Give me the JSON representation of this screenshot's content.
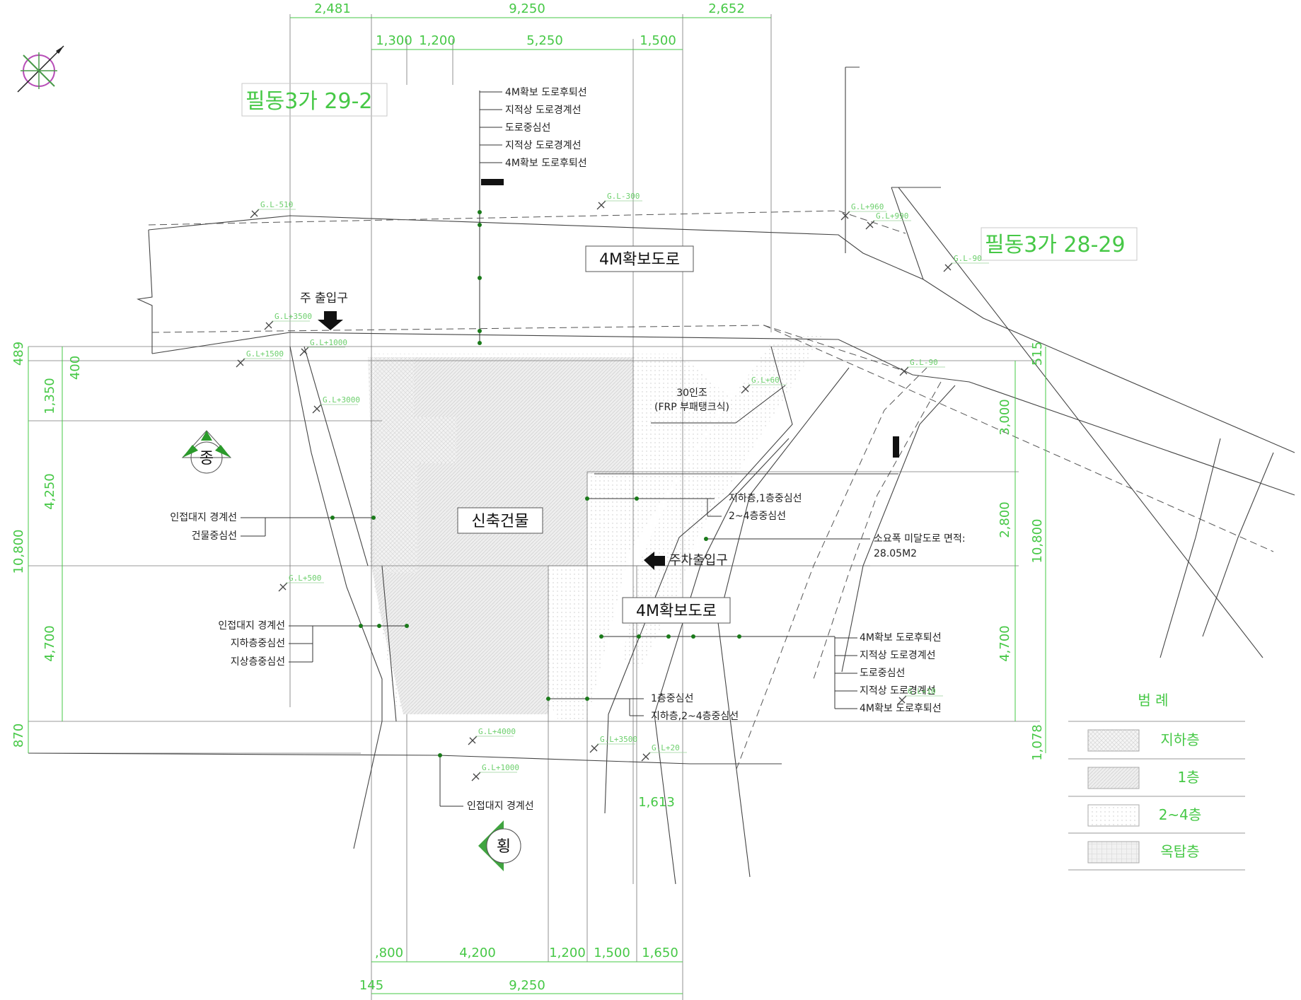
{
  "dimensions_top": {
    "row1": [
      "2,481",
      "9,250",
      "2,652"
    ],
    "row2": [
      "1,300",
      "1,200",
      "5,250",
      "1,500"
    ]
  },
  "dimensions_bottom": {
    "row1": [
      ",800",
      "4,200",
      "1,200",
      "1,500",
      "1,650"
    ],
    "row2": [
      "145",
      "9,250"
    ],
    "misc": "1,613"
  },
  "dimensions_left": {
    "outer": [
      "489",
      "10,800",
      "870"
    ],
    "inner": [
      "400",
      "1,350",
      "4,250",
      "4,700"
    ]
  },
  "dimensions_right": {
    "outer": [
      "515",
      "10,800",
      "1,078"
    ],
    "inner": [
      "3,000",
      "2,800",
      "4,700"
    ]
  },
  "lots": {
    "left": "필동3가 29-2",
    "right": "필동3가 28-29"
  },
  "road_labels": {
    "top": "4M확보도로",
    "bottom": "4M확보도로"
  },
  "building_label": "신축건물",
  "entrances": {
    "main": "주 출입구",
    "parking": "주차출입구"
  },
  "compass": {
    "north": "종",
    "east": "횡"
  },
  "septic": {
    "line1": "30인조",
    "line2": "(FRP 부패탱크식)"
  },
  "road_area": {
    "line1": "소요폭 미달도로 면적:",
    "line2": "28.05M2"
  },
  "callouts": {
    "top_group": [
      "4M확보 도로후퇴선",
      "지적상 도로경계선",
      "도로중심선",
      "지적상 도로경계선",
      "4M확보 도로후퇴선"
    ],
    "right_group": [
      "4M확보 도로후퇴선",
      "지적상 도로경계선",
      "도로중심선",
      "지적상 도로경계선",
      "4M확보 도로후퇴선"
    ],
    "left_upper": [
      "인접대지 경계선",
      "건물중심선"
    ],
    "left_lower": [
      "인접대지 경계선",
      "지하층중심선",
      "지상층중심선"
    ],
    "center_upper": [
      "지하층,1층중심선",
      "2~4층중심선"
    ],
    "center_lower": [
      "1층중심선",
      "지하층,2~4층중심선"
    ],
    "bottom": "인접대지 경계선"
  },
  "gl_tags": [
    "G.L-510",
    "G.L-300",
    "G.L+960",
    "G.L+990",
    "G.L-90",
    "G.L+3500",
    "G.L+1000",
    "G.L+1500",
    "G.L+3000",
    "G.L+60",
    "G.L-90",
    "G.L+500",
    "G.L+4000",
    "G.L+1000",
    "G.L+3500",
    "G.L+20",
    "G.L+10"
  ],
  "legend": {
    "title": "범 례",
    "items": [
      "지하층",
      "1층",
      "2~4층",
      "옥탑층"
    ]
  },
  "colors": {
    "dimension": "#46c846",
    "line": "#555555",
    "text": "#222222"
  }
}
